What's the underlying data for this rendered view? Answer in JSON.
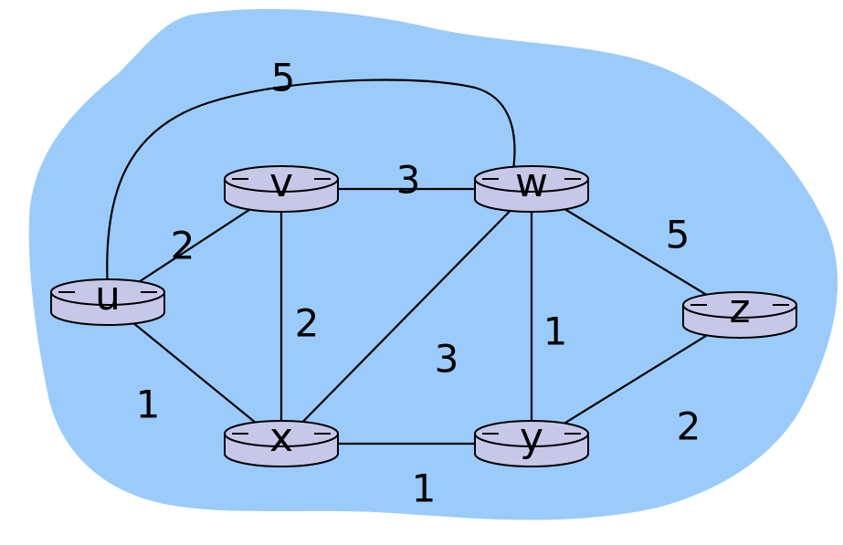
{
  "colors": {
    "cloud": "#9ACBFA",
    "router_fill": "#C7C8E8",
    "router_stroke": "#000000",
    "link": "#000000",
    "text": "#000000"
  },
  "routers": [
    {
      "id": "u",
      "label": "u"
    },
    {
      "id": "v",
      "label": "v"
    },
    {
      "id": "w",
      "label": "w"
    },
    {
      "id": "x",
      "label": "x"
    },
    {
      "id": "y",
      "label": "y"
    },
    {
      "id": "z",
      "label": "z"
    }
  ],
  "links": [
    {
      "from": "u",
      "to": "v",
      "cost": "2"
    },
    {
      "from": "u",
      "to": "x",
      "cost": "1"
    },
    {
      "from": "u",
      "to": "w",
      "cost": "5"
    },
    {
      "from": "v",
      "to": "w",
      "cost": "3"
    },
    {
      "from": "v",
      "to": "x",
      "cost": "2"
    },
    {
      "from": "x",
      "to": "w",
      "cost": "3"
    },
    {
      "from": "x",
      "to": "y",
      "cost": "1"
    },
    {
      "from": "w",
      "to": "y",
      "cost": "1"
    },
    {
      "from": "w",
      "to": "z",
      "cost": "5"
    },
    {
      "from": "y",
      "to": "z",
      "cost": "2"
    }
  ]
}
